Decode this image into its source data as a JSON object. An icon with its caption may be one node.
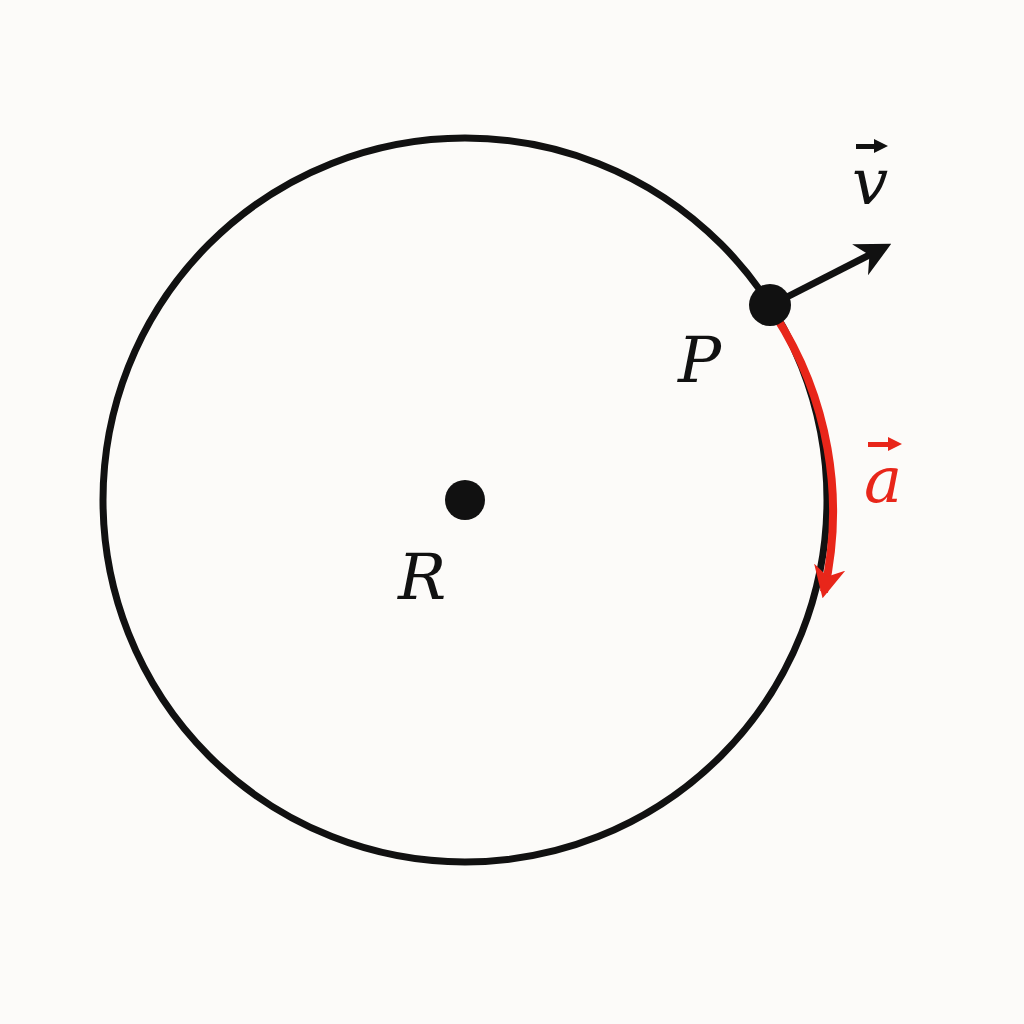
{
  "diagram": {
    "labels": [
      "v",
      "P",
      "a",
      "R"
    ]
  }
}
